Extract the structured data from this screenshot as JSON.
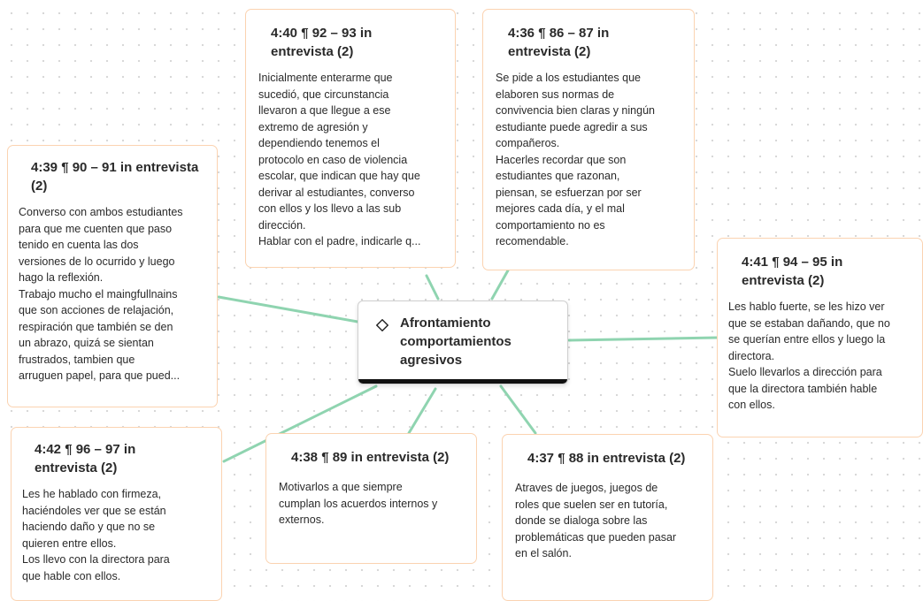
{
  "central": {
    "icon": "diamond-outline-icon",
    "label": "Afrontamiento\ncomportamientos\nagresivos"
  },
  "cards": {
    "c440": {
      "title": "4:40 ¶ 92 – 93 in\nentrevista (2)",
      "body": "Inicialmente enterarme que\nsucedió, que circunstancia\nllevaron a que llegue a ese\nextremo de agresión y\ndependiendo tenemos el\nprotocolo en caso de violencia\nescolar, que indican que hay que\nderivar al estudiantes, converso\ncon ellos y los llevo a las sub\ndirección.\nHablar con el padre, indicarle q..."
    },
    "c436": {
      "title": "4:36 ¶ 86 – 87 in\nentrevista (2)",
      "body": "Se pide a los estudiantes que\nelaboren sus normas de\nconvivencia bien claras y ningún\nestudiante puede agredir a sus\ncompañeros.\nHacerles recordar que son\nestudiantes que razonan,\npiensan, se esfuerzan por ser\nmejores cada día, y el mal\ncomportamiento no es\nrecomendable."
    },
    "c439": {
      "title": "4:39 ¶ 90 – 91 in entrevista\n(2)",
      "body": "Converso con ambos estudiantes\npara que me cuenten que paso\ntenido en cuenta las dos\nversiones de lo ocurrido y luego\nhago la reflexión.\nTrabajo mucho el maingfullnains\nque son acciones de relajación,\nrespiración que también se den\nun abrazo, quizá se sientan\nfrustrados, tambien que\narruguen papel, para que pued..."
    },
    "c441": {
      "title": "4:41 ¶ 94 – 95 in\nentrevista (2)",
      "body": "Les hablo fuerte, se les hizo ver\nque se estaban dañando, que no\nse querían entre ellos y luego la\ndirectora.\nSuelo llevarlos a dirección para\nque la directora también hable\ncon ellos."
    },
    "c442": {
      "title": "4:42 ¶ 96 – 97 in\nentrevista (2)",
      "body": "Les he hablado con firmeza,\nhaciéndoles ver que se están\nhaciendo daño y que no se\nquieren entre ellos.\nLos llevo con la directora para\nque hable con ellos."
    },
    "c438": {
      "title": "4:38 ¶ 89 in entrevista (2)",
      "body": "Motivarlos a que siempre\ncumplan los acuerdos internos y\nexternos."
    },
    "c437": {
      "title": "4:37 ¶ 88 in entrevista (2)",
      "body": "Atraves de juegos, juegos de\nroles que suelen ser en tutoría,\ndonde se dialoga sobre las\nproblemáticas que pueden pasar\nen el salón."
    }
  },
  "colors": {
    "connector": "#8fd4b0",
    "card_border": "#fbd3b1",
    "central_bar": "#111111"
  }
}
